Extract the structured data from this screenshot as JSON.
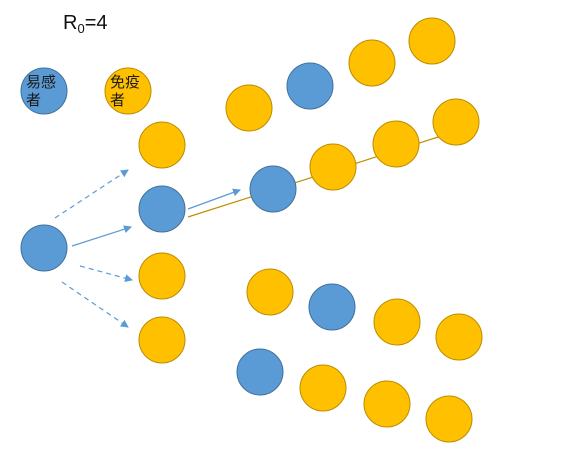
{
  "title": {
    "base": "R",
    "subscript": "0",
    "suffix": "=4"
  },
  "legend": {
    "susceptible_label": "易感者",
    "immune_label": "免疫者"
  },
  "colors": {
    "susceptible": "#5B9BD5",
    "susceptible_stroke": "#41719C",
    "immune": "#FFC000",
    "immune_stroke": "#BC8C00",
    "arrow_blue": "#5B9BD5",
    "arrow_gold": "#C09000"
  }
}
